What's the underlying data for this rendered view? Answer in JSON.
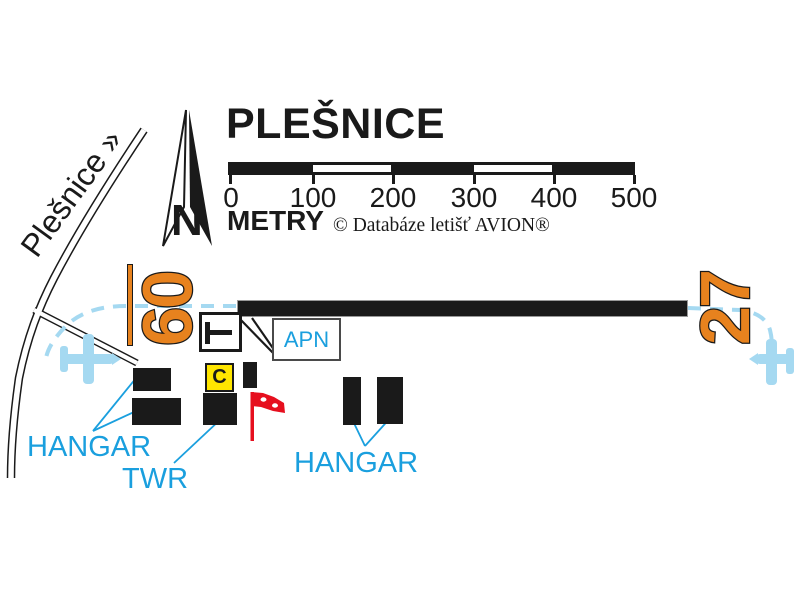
{
  "header": {
    "title": "PLEŠNICE",
    "north_label": "N",
    "scale": {
      "unit_label": "METRY",
      "tick_labels": [
        "0",
        "100",
        "200",
        "300",
        "400",
        "500"
      ]
    },
    "copyright": "© Databáze letišť AVION®"
  },
  "road": {
    "label": "Plešnice »"
  },
  "airfield": {
    "runway_end_left": "09",
    "runway_end_right": "27",
    "apron_label": "APN",
    "signal_square_label": "C",
    "hangar_left_label": "HANGAR",
    "tower_label": "TWR",
    "hangar_right_label": "HANGAR"
  },
  "colors": {
    "map_black": "#1a1a1a",
    "runway_orange": "#E7821E",
    "label_cyan": "#1A9FDE",
    "circuit_blue": "#A5D9F1",
    "windsock_red": "#E60F1E",
    "signal_yellow": "#FFE600"
  }
}
